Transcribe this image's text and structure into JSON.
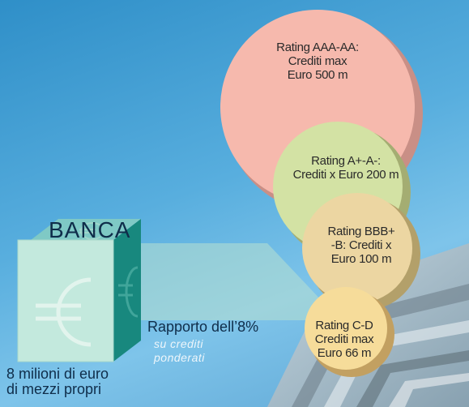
{
  "bank": {
    "title": "BANCA",
    "capital_line1": "8 milioni di euro",
    "capital_line2": "di mezzi propri",
    "ratio_label": "Rapporto dell’8%",
    "ratio_sub_line1": "su crediti",
    "ratio_sub_line2": "ponderati",
    "icon": "euro-icon"
  },
  "ratings": [
    {
      "lines": [
        "Rating AAA-AA:",
        "Crediti max",
        "Euro 500 m"
      ],
      "color": "#f6b9ad"
    },
    {
      "lines": [
        "Rating A+-A-:",
        "Crediti x Euro 200 m"
      ],
      "color": "#d3e2a4"
    },
    {
      "lines": [
        "Rating BBB+",
        "-B: Crediti x",
        "Euro 100 m"
      ],
      "color": "#ecd6a2"
    },
    {
      "lines": [
        "Rating C-D",
        "Crediti max",
        "Euro 66 m"
      ],
      "color": "#f6dc9a"
    }
  ]
}
